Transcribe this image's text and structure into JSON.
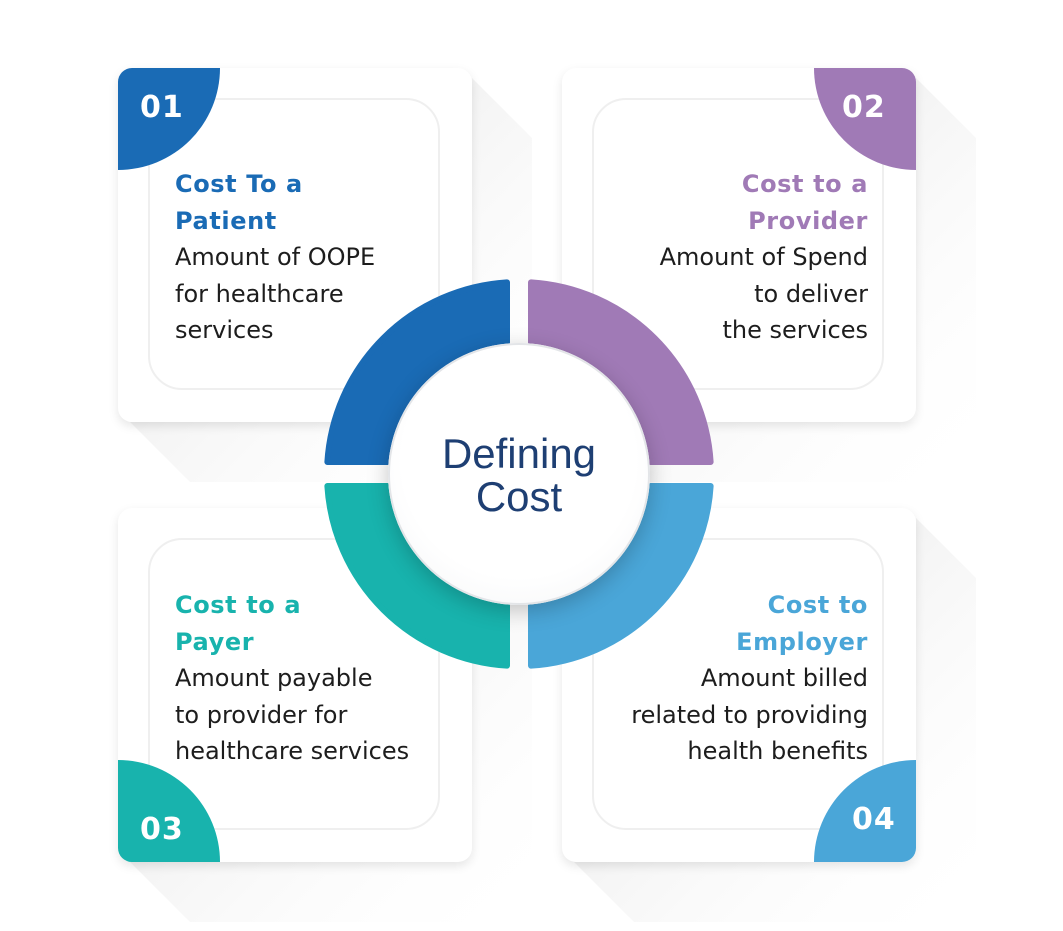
{
  "center": {
    "line1": "Defining",
    "line2": "Cost"
  },
  "colors": {
    "blue": "#1a6bb5",
    "purple": "#a07ab6",
    "teal": "#18b3ad",
    "light_blue": "#4aa6d8",
    "navy": "#1e3f73"
  },
  "cards": [
    {
      "number": "01",
      "title_line1": "Cost To a",
      "title_line2": "Patient",
      "body_line1": "Amount of OOPE",
      "body_line2": "for healthcare",
      "body_line3": "services"
    },
    {
      "number": "02",
      "title_line1": "Cost to a",
      "title_line2": "Provider",
      "body_line1": "Amount of Spend",
      "body_line2": "to deliver",
      "body_line3": "the services"
    },
    {
      "number": "03",
      "title_line1": "Cost to a",
      "title_line2": "Payer",
      "body_line1": "Amount payable",
      "body_line2": "to provider for",
      "body_line3": "healthcare services"
    },
    {
      "number": "04",
      "title_line1": "Cost to",
      "title_line2": "Employer",
      "body_line1": "Amount billed",
      "body_line2": "related to providing",
      "body_line3": "health benefits"
    }
  ]
}
